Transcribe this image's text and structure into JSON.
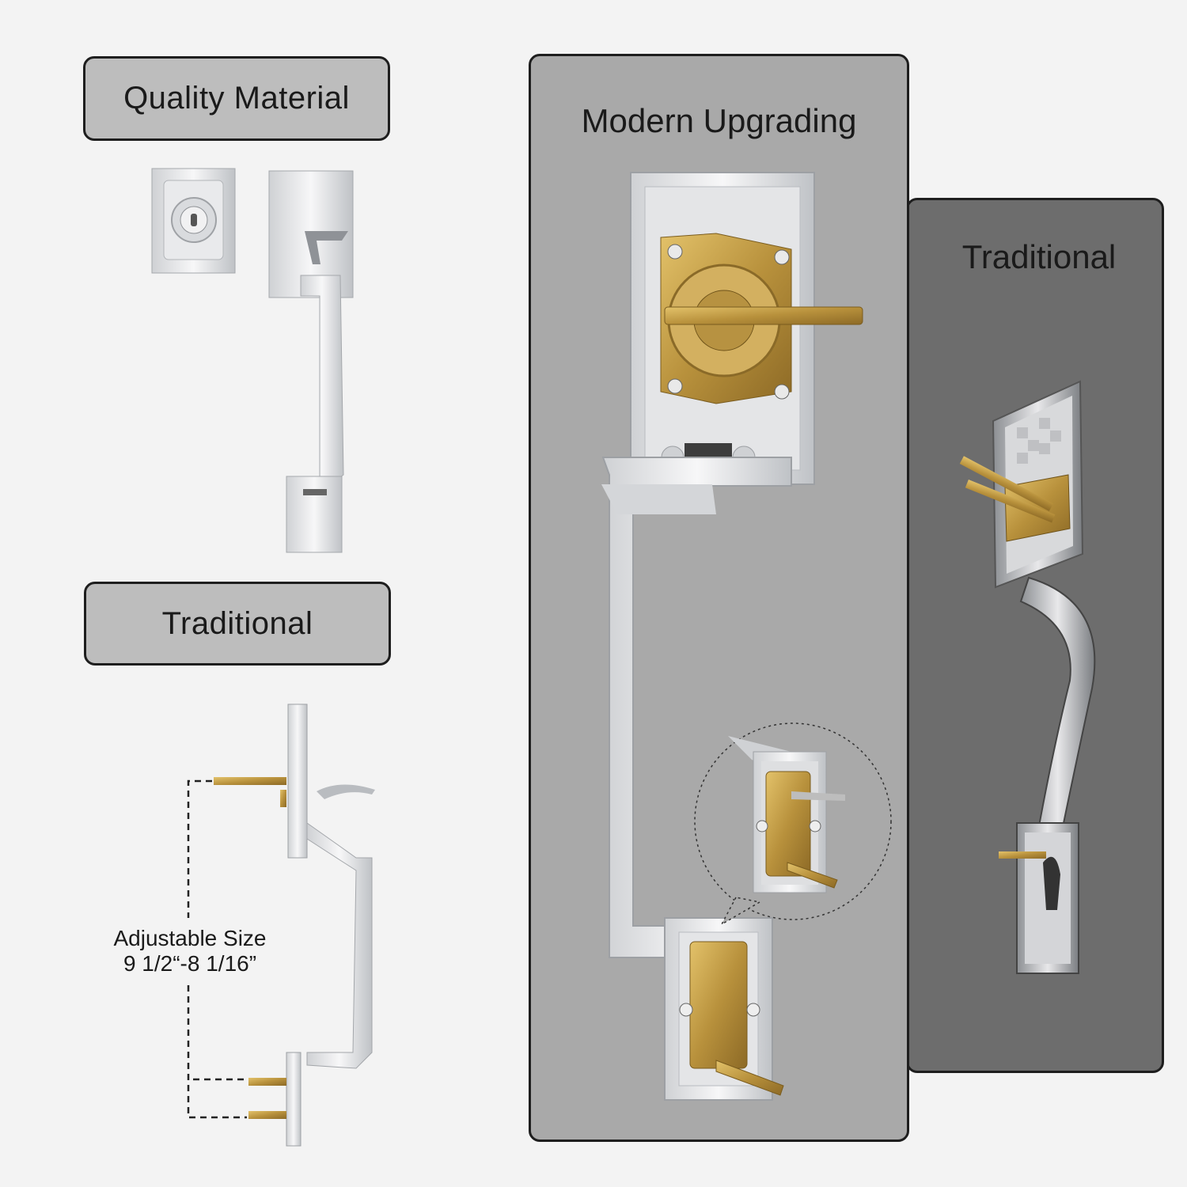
{
  "labels": {
    "quality_material": "Quality Material",
    "traditional_left": "Traditional",
    "modern_upgrading": "Modern Upgrading",
    "traditional_right": "Traditional"
  },
  "adjustable": {
    "line1": "Adjustable Size",
    "line2": "9 1/2“-8 1/16”"
  },
  "colors": {
    "page_bg": "#f3f3f3",
    "label_bg": "#bdbdbd",
    "modern_panel_bg": "#a9a9a9",
    "traditional_panel_bg": "#6d6d6d",
    "border": "#1e1e1e",
    "brass": "#c9a24a"
  }
}
